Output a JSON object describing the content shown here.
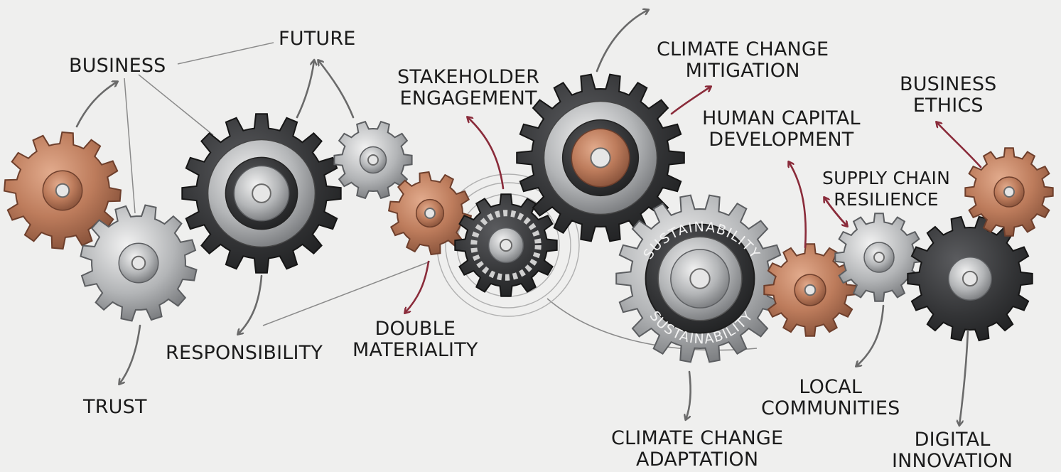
{
  "labels": {
    "business": "BUSINESS",
    "future": "FUTURE",
    "trust": "TRUST",
    "responsibility": "RESPONSIBILITY",
    "stakeholder": [
      "STAKEHOLDER",
      "ENGAGEMENT"
    ],
    "double_materiality": [
      "DOUBLE",
      "MATERIALITY"
    ],
    "ccm": [
      "CLIMATE CHANGE",
      "MITIGATION"
    ],
    "hcd": [
      "HUMAN CAPITAL",
      "DEVELOPMENT"
    ],
    "business_ethics": [
      "BUSINESS",
      "ETHICS"
    ],
    "supply_chain": [
      "SUPPLY CHAIN",
      "RESILIENCE"
    ],
    "local": [
      "LOCAL",
      "COMMUNITIES"
    ],
    "cca": [
      "CLIMATE CHANGE",
      "ADAPTATION"
    ],
    "digital": [
      "DIGITAL",
      "INNOVATION"
    ]
  },
  "gear_text": {
    "top": "SUSTAINABILITY",
    "bottom": "SUSTAINABILITY"
  },
  "colors": {
    "background": "#efefee",
    "copper": "#b9785a",
    "steel": "#a9abad",
    "carbon": "#3a3b3d",
    "arrow_gray": "#6a6a6a",
    "arrow_red": "#8a2b3a",
    "text": "#1b1b1b"
  }
}
